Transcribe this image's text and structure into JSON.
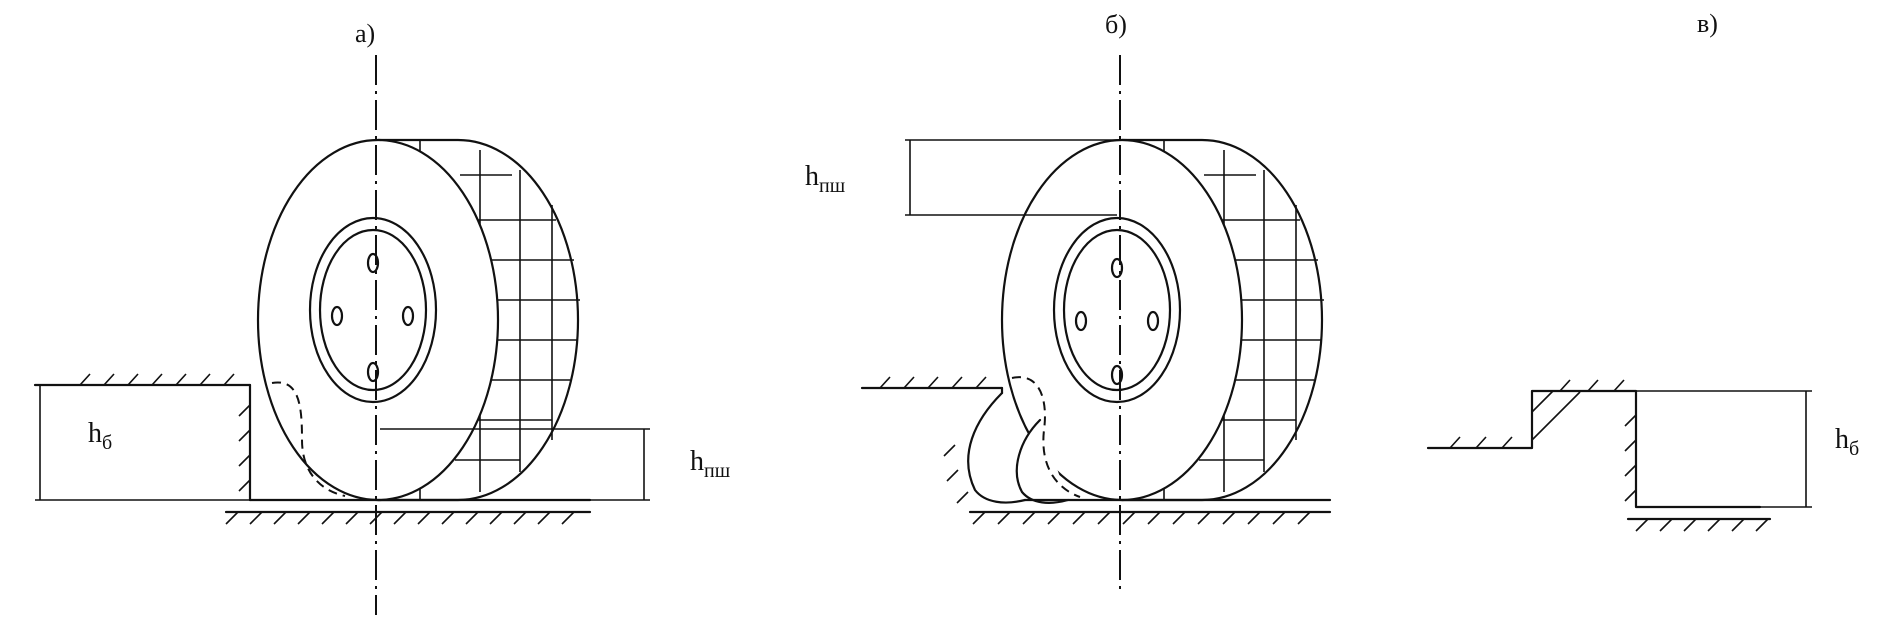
{
  "panels": {
    "a": {
      "label": "а)",
      "h_left": {
        "main": "h",
        "sub": "б"
      },
      "h_right": {
        "main": "h",
        "sub": "пш"
      }
    },
    "b": {
      "label": "б)",
      "h_top": {
        "main": "h",
        "sub": "пш"
      }
    },
    "c": {
      "label": "в)",
      "h_right": {
        "main": "h",
        "sub": "б"
      }
    }
  },
  "colors": {
    "line": "#111111",
    "background": "#ffffff"
  }
}
